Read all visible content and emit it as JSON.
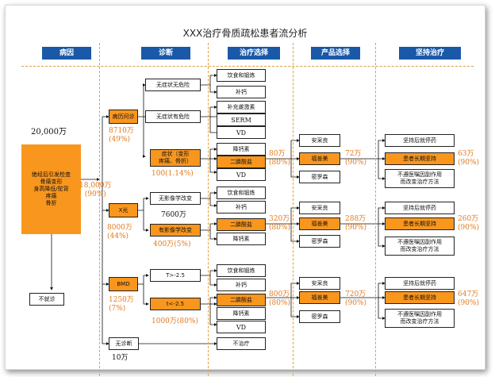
{
  "title": "XXX治疗骨质疏松患者流分析",
  "headers": {
    "h1": "病因",
    "h2": "诊断",
    "h3": "治疗选择",
    "h4": "产品选择",
    "h5": "坚持治疗"
  },
  "cause": {
    "total": "20,000万",
    "box": "绝经后引发检查\n骨痛变形\n身高降低/驼背\n疼痛\n骨折",
    "flow": "18,000万\n(90%)",
    "not_diagnosed": "不就诊"
  },
  "diagnosis": {
    "history": {
      "label": "病历问诊",
      "flow": "8710万\n(49%)",
      "no_symptom_no_risk": "无症状无危险",
      "no_symptom_risk": "无症状有危险",
      "symptom": "症状（变形\n疼痛、骨折）",
      "symptom_flow": "100(1.14%)"
    },
    "xray": {
      "label": "X光",
      "flow": "8000万\n(44%)",
      "no_change": "无影像学改变",
      "no_change_count": "7600万",
      "change": "有影像学改变",
      "change_flow": "400万(5%)"
    },
    "bmd": {
      "label": "BMD",
      "flow": "1250万\n(7%)",
      "t_low": "T>-2.5",
      "t_high": "t<-2.5",
      "t_high_flow": "1000万(80%)"
    },
    "none": {
      "label": "无诊断",
      "flow": "10万",
      "treat": "不治疗"
    }
  },
  "treatment": {
    "diet": "饮食和锻炼",
    "calcium": "补钙",
    "hormone": "补充雌激素",
    "serm": "SERM",
    "vd": "VD",
    "calcitonin": "降钙素",
    "bisphosphonate": "二膦酸盐",
    "flow1": "80万\n(80%)",
    "flow2": "320万\n(80%)",
    "flow3": "800万\n(80%)"
  },
  "products": {
    "p1": "安采良",
    "p2": "福善美",
    "p3": "密罗森",
    "flow1": "72万\n(90%)",
    "flow2": "288万\n(90%)",
    "flow3": "720万\n(90%)"
  },
  "adherence": {
    "stop": "坚持后就停药",
    "long": "患者长期坚持",
    "change": "不遵医嘱因副作用\n而改变治疗方法",
    "flow1": "63万\n(90%)",
    "flow2": "260万\n(90%)",
    "flow3": "647万\n(90%)"
  },
  "colors": {
    "header": "#1a58a8",
    "orange_box": "#f8961e",
    "orange_text": "#e07b20",
    "divider": "#e0a040"
  }
}
